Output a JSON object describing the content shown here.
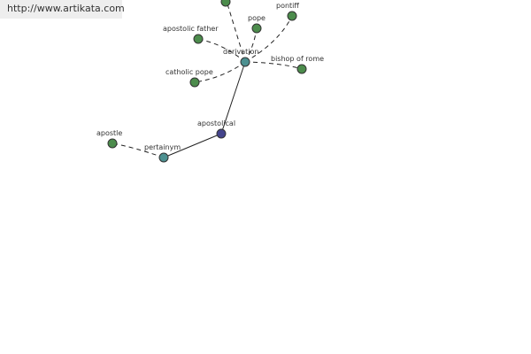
{
  "source_url": "http://www.artikata.com",
  "colors": {
    "leaf_node": "#4c8c4c",
    "relation_node": "#4c9090",
    "root_node": "#44448c",
    "edge": "#222222"
  },
  "nodes": {
    "top_partial": {
      "label": "",
      "kind": "leaf"
    },
    "pope": {
      "label": "pope",
      "kind": "leaf"
    },
    "pontiff": {
      "label": "pontiff",
      "kind": "leaf"
    },
    "apostolic_father": {
      "label": "apostolic father",
      "kind": "leaf"
    },
    "derivation": {
      "label": "derivation",
      "kind": "relation"
    },
    "bishop_of_rome": {
      "label": "bishop of rome",
      "kind": "leaf"
    },
    "catholic_pope": {
      "label": "catholic pope",
      "kind": "leaf"
    },
    "apostolical": {
      "label": "apostolical",
      "kind": "root"
    },
    "apostle": {
      "label": "apostle",
      "kind": "leaf"
    },
    "pertainym": {
      "label": "pertainym",
      "kind": "relation"
    }
  },
  "edges": [
    {
      "from": "derivation",
      "to": "top_partial",
      "style": "dashed"
    },
    {
      "from": "derivation",
      "to": "pope",
      "style": "dashed"
    },
    {
      "from": "derivation",
      "to": "pontiff",
      "style": "dashed"
    },
    {
      "from": "derivation",
      "to": "apostolic_father",
      "style": "dashed"
    },
    {
      "from": "derivation",
      "to": "bishop_of_rome",
      "style": "dashed"
    },
    {
      "from": "derivation",
      "to": "catholic_pope",
      "style": "dashed"
    },
    {
      "from": "apostolical",
      "to": "derivation",
      "style": "solid"
    },
    {
      "from": "apostolical",
      "to": "pertainym",
      "style": "solid"
    },
    {
      "from": "pertainym",
      "to": "apostle",
      "style": "dashed"
    }
  ]
}
